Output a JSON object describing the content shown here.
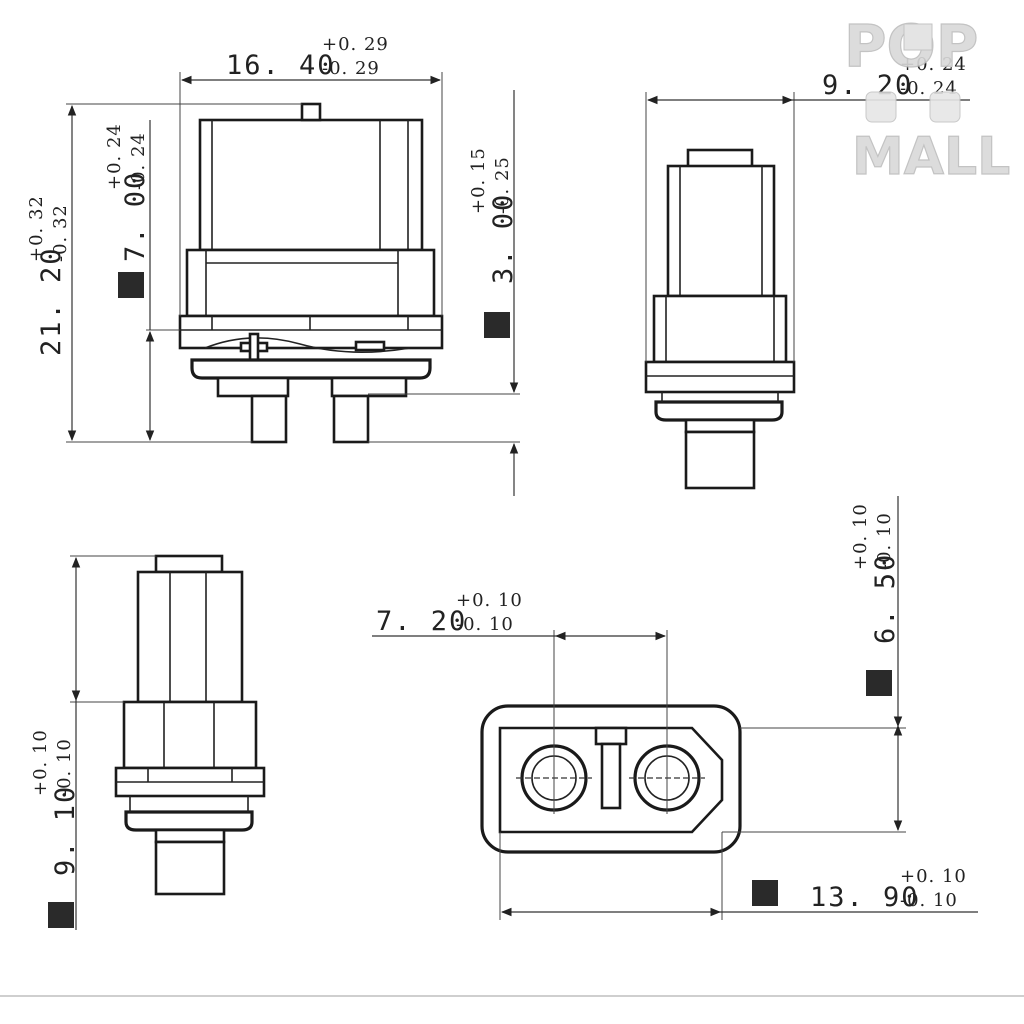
{
  "dimensions": {
    "top_width": {
      "nominal": "16. 40",
      "plus": "+0. 29",
      "minus": "-0. 29"
    },
    "overall_height": {
      "nominal": "21. 20",
      "plus": "+0. 32",
      "minus": "-0. 32"
    },
    "body_height": {
      "nominal": "7. 00",
      "plus": "+0. 24",
      "minus": "-0. 24"
    },
    "pin_length": {
      "nominal": "3. 00",
      "plus": "+0. 15",
      "minus": "-0. 25"
    },
    "side_width": {
      "nominal": "9. 20",
      "plus": "+0. 24",
      "minus": "-0. 24"
    },
    "front_height": {
      "nominal": "9. 10",
      "plus": "+0. 10",
      "minus": "-0. 10"
    },
    "pin_spacing": {
      "nominal": "7. 20",
      "plus": "+0. 10",
      "minus": "-0. 10"
    },
    "face_height": {
      "nominal": "6. 50",
      "plus": "+0. 10",
      "minus": "-0. 10"
    },
    "face_width": {
      "nominal": "13. 90",
      "plus": "+0. 10",
      "minus": "-0. 10"
    }
  },
  "watermark": {
    "line1": "POP",
    "line2": "MALL",
    "color": "#d9d9d9"
  },
  "colors": {
    "line": "#222222",
    "marker": "#2a2a2a",
    "background": "#ffffff"
  }
}
